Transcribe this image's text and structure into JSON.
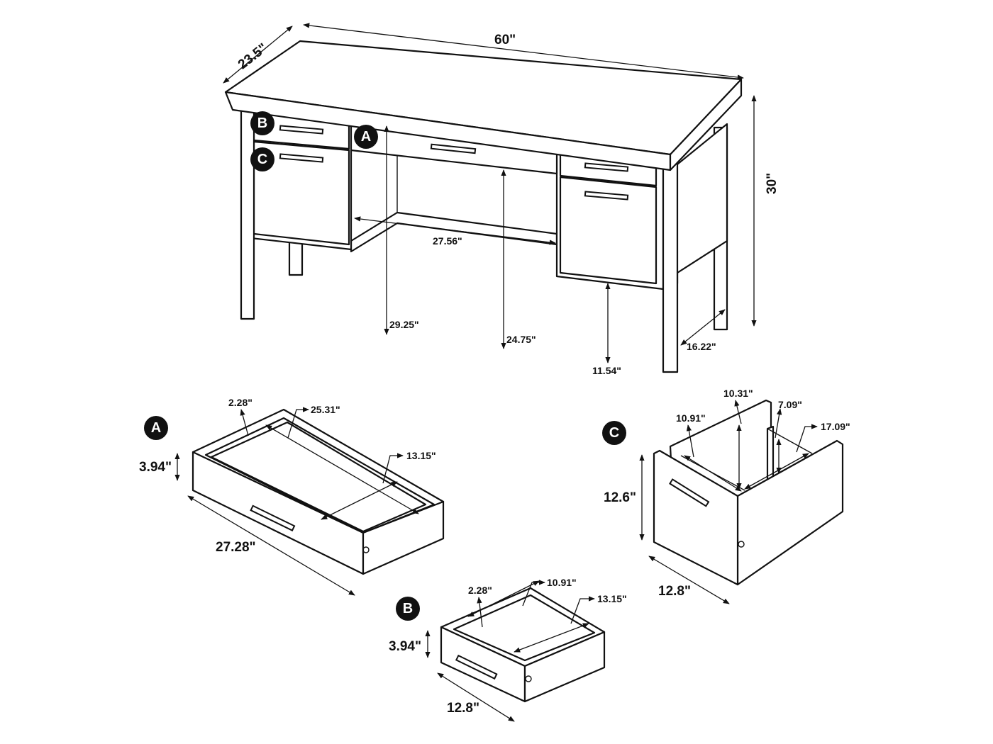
{
  "desk": {
    "width": "60\"",
    "depth": "23.5\"",
    "height": "30\"",
    "knee_width": "27.56\"",
    "under_drawer_height": "29.25\"",
    "knee_height": "24.75\"",
    "pedestal_clearance": "11.54\"",
    "side_depth": "16.22\""
  },
  "badges": {
    "a": "A",
    "b": "B",
    "c": "C"
  },
  "drawer_a": {
    "label": "A",
    "height": "3.94\"",
    "inner_height": "2.28\"",
    "inner_width": "25.31\"",
    "inner_depth": "13.15\"",
    "width": "27.28\""
  },
  "drawer_b": {
    "label": "B",
    "height": "3.94\"",
    "inner_height": "2.28\"",
    "inner_width": "10.91\"",
    "inner_depth": "13.15\"",
    "width": "12.8\""
  },
  "drawer_c": {
    "label": "C",
    "inner_width": "10.91\"",
    "inner_height_back": "10.31\"",
    "inner_height": "7.09\"",
    "inner_depth": "17.09\"",
    "height": "12.6\"",
    "width": "12.8\""
  }
}
